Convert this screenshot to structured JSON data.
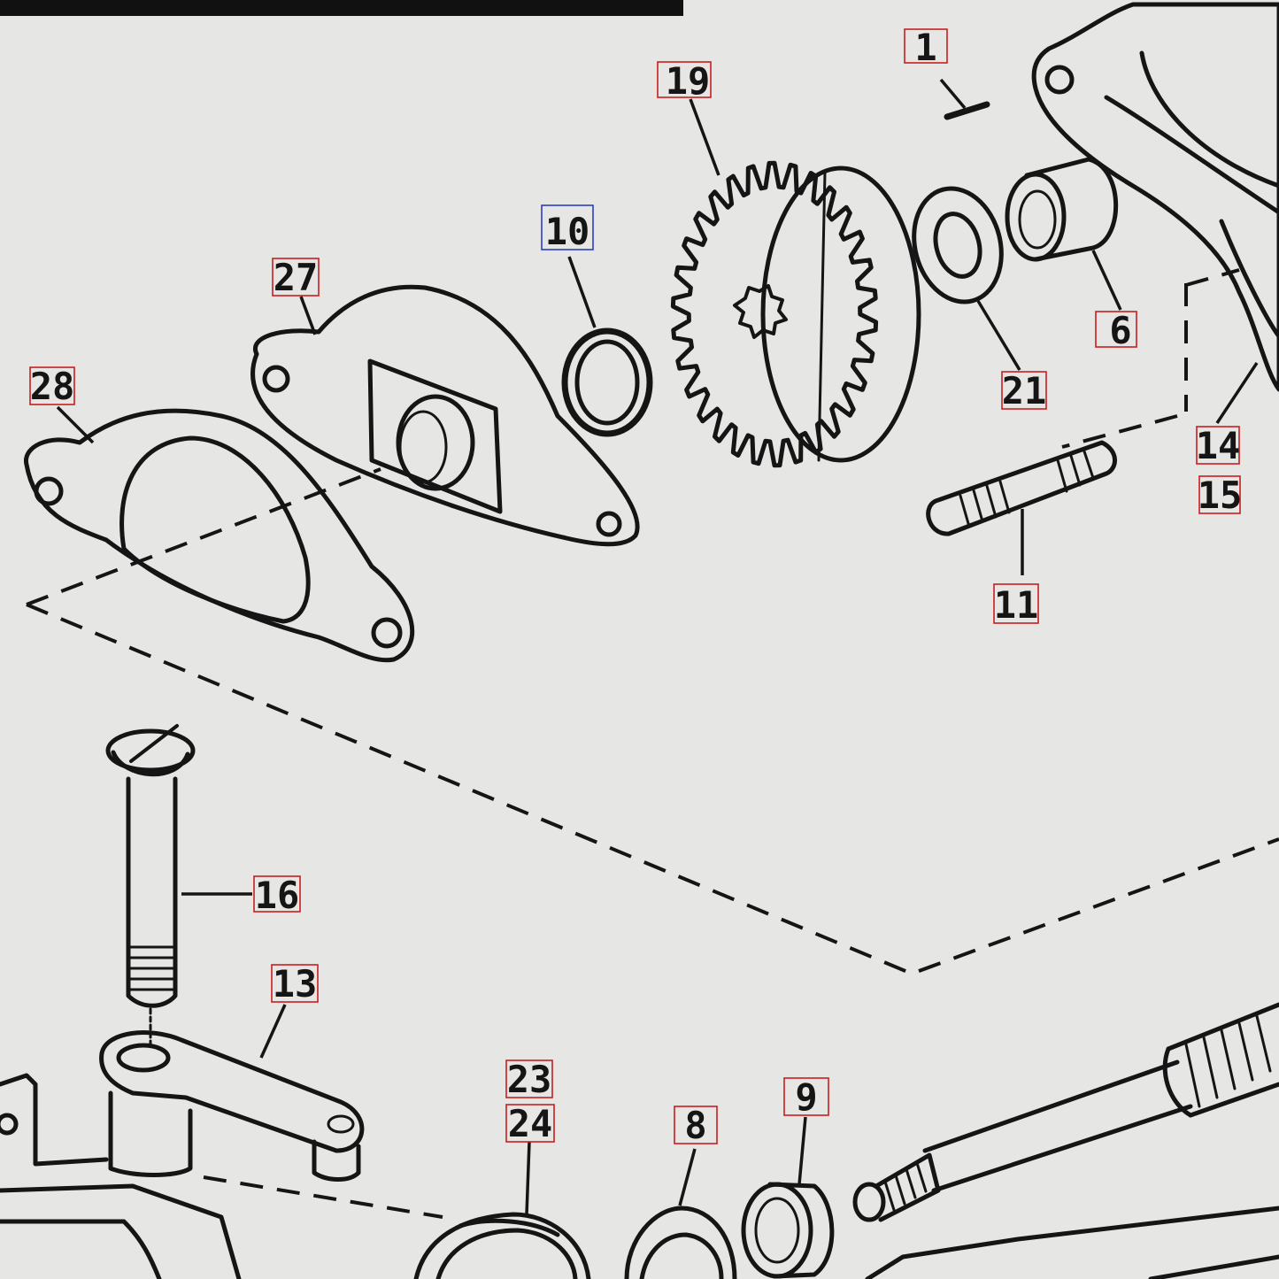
{
  "labels": [
    {
      "id": "1",
      "text": "1"
    },
    {
      "id": "19",
      "text": "19"
    },
    {
      "id": "10",
      "text": "10"
    },
    {
      "id": "27",
      "text": "27"
    },
    {
      "id": "28",
      "text": "28"
    },
    {
      "id": "21",
      "text": "21"
    },
    {
      "id": "6",
      "text": "6"
    },
    {
      "id": "14",
      "text": "14"
    },
    {
      "id": "15",
      "text": "15"
    },
    {
      "id": "11",
      "text": "11"
    },
    {
      "id": "16",
      "text": "16"
    },
    {
      "id": "13",
      "text": "13"
    },
    {
      "id": "23",
      "text": "23"
    },
    {
      "id": "24",
      "text": "24"
    },
    {
      "id": "8",
      "text": "8"
    },
    {
      "id": "9",
      "text": "9"
    }
  ],
  "colors": {
    "background": "#e6e6e4",
    "ink": "#151515",
    "label_box_default": "#c81e1e",
    "label_box_highlight": "#2a3fc0"
  }
}
